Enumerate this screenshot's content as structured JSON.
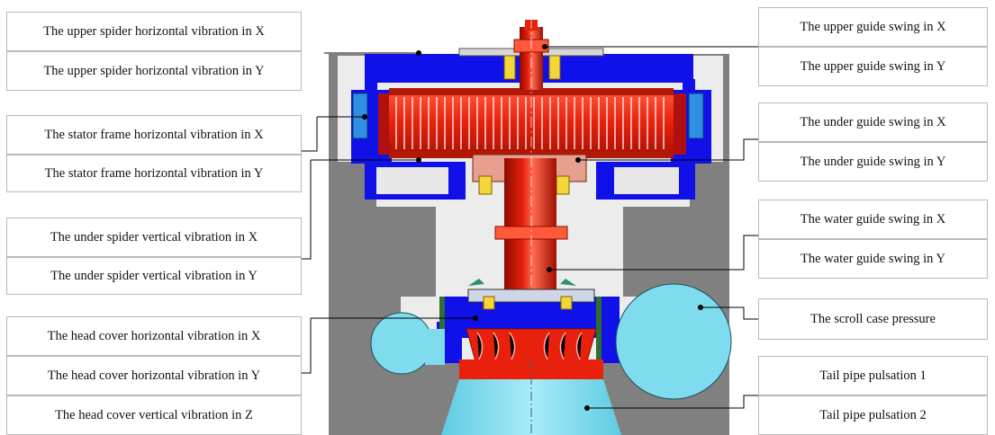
{
  "labels": {
    "upper_spider_x": "The upper spider horizontal vibration in X",
    "upper_spider_y": "The upper spider horizontal vibration in Y",
    "stator_frame_x": "The stator frame horizontal vibration in X",
    "stator_frame_y": "The stator frame horizontal vibration in Y",
    "under_spider_x": "The under spider vertical vibration in X",
    "under_spider_y": "The under spider vertical vibration in Y",
    "head_cover_x": "The head cover horizontal vibration in X",
    "head_cover_y": "The head cover horizontal vibration in Y",
    "head_cover_z": "The head cover vertical vibration in Z",
    "upper_guide_x": "The upper guide swing in X",
    "upper_guide_y": "The upper guide swing in Y",
    "under_guide_x": "The under guide swing in X",
    "under_guide_y": "The under guide swing in Y",
    "water_guide_x": "The water guide swing in X",
    "water_guide_y": "The water guide swing in Y",
    "scroll_case_pressure": "The scroll case pressure",
    "tail_pipe_1": "Tail pipe pulsation 1",
    "tail_pipe_2": "Tail pipe pulsation 2"
  },
  "colors": {
    "concrete": "#808080",
    "pit": "#ececec",
    "frame_blue": "#1010e8",
    "shaft_red": "#e8200c",
    "water_cyan": "#7fdcee",
    "bearing_yellow": "#f2d63a",
    "line": "#000000"
  }
}
